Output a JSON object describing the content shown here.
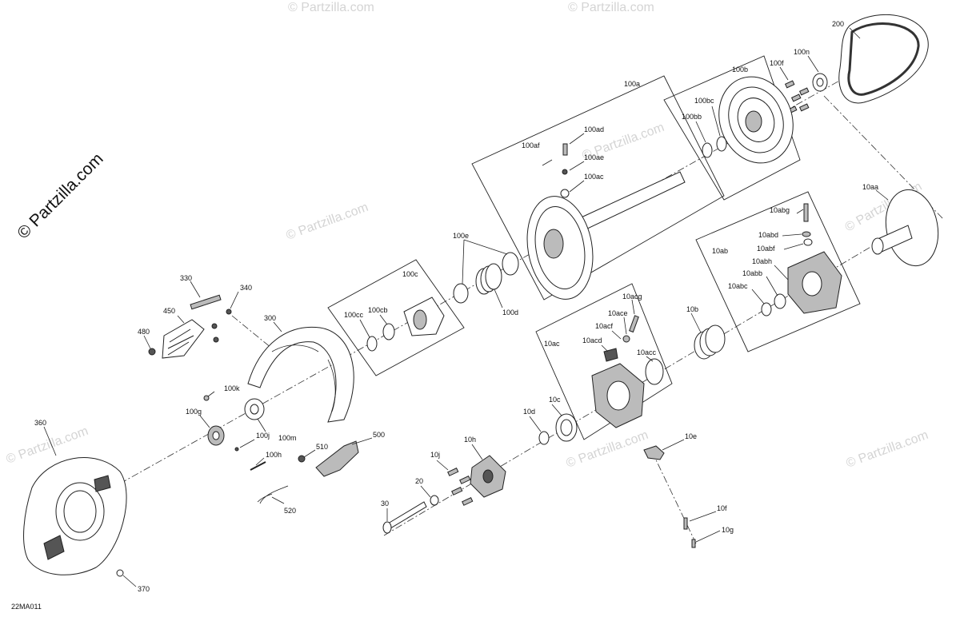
{
  "watermark": {
    "main": "© Partzilla.com",
    "repeat": "© Partzilla.com"
  },
  "drawing_code": "22MA011",
  "groups": {
    "g100a": "100a",
    "g100b": "100b",
    "g100c": "100c",
    "g10ab": "10ab",
    "g10ac": "10ac"
  },
  "labels": {
    "p200": "200",
    "p100n": "100n",
    "p100f": "100f",
    "p100bc": "100bc",
    "p100bb": "100bb",
    "p100ad": "100ad",
    "p100af": "100af",
    "p100ae": "100ae",
    "p100ac": "100ac",
    "p10aa": "10aa",
    "p10abg": "10abg",
    "p10abd": "10abd",
    "p10abf": "10abf",
    "p10abh": "10abh",
    "p10abb": "10abb",
    "p10abc": "10abc",
    "p100e": "100e",
    "p100d": "100d",
    "p100cc": "100cc",
    "p100cb": "100cb",
    "p330": "330",
    "p340": "340",
    "p450": "450",
    "p480": "480",
    "p300": "300",
    "p10acg": "10acg",
    "p10ace": "10ace",
    "p10acf": "10acf",
    "p10acd": "10acd",
    "p10acc": "10acc",
    "p10b": "10b",
    "p100k": "100k",
    "p100g": "100g",
    "p100m": "100m",
    "p100j": "100j",
    "p100h": "100h",
    "p510": "510",
    "p500": "500",
    "p520": "520",
    "p360": "360",
    "p370": "370",
    "p10d": "10d",
    "p10c": "10c",
    "p10h": "10h",
    "p10j": "10j",
    "p20": "20",
    "p30": "30",
    "p10e": "10e",
    "p10f": "10f",
    "p10g": "10g"
  }
}
